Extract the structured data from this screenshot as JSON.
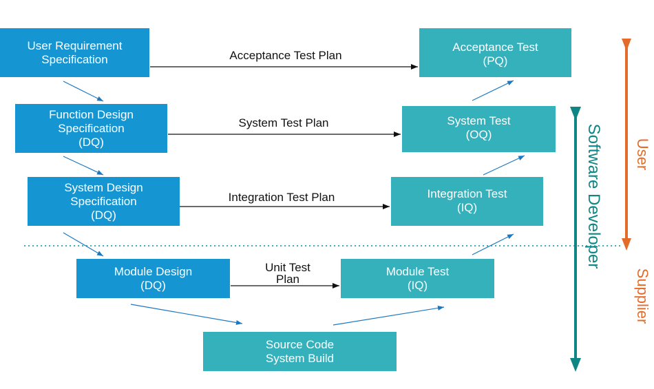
{
  "colors": {
    "blue": "#1596d3",
    "teal": "#35b1bc",
    "orange": "#e36c2a",
    "dark_teal": "#0e8686",
    "arrow": "#1a78c2"
  },
  "boxes": {
    "urs": {
      "l1": "User Requirement",
      "l2": "Specification",
      "l3": ""
    },
    "fds": {
      "l1": "Function Design",
      "l2": "Specification",
      "l3": "(DQ)"
    },
    "sds": {
      "l1": "System Design",
      "l2": "Specification",
      "l3": "(DQ)"
    },
    "md": {
      "l1": "Module Design",
      "l2": "(DQ)"
    },
    "src": {
      "l1": "Source Code",
      "l2": "System Build"
    },
    "mt": {
      "l1": "Module Test",
      "l2": "(IQ)"
    },
    "it": {
      "l1": "Integration Test",
      "l2": "(IQ)"
    },
    "st": {
      "l1": "System Test",
      "l2": "(OQ)"
    },
    "at": {
      "l1": "Acceptance Test",
      "l2": "(PQ)"
    }
  },
  "plans": {
    "acceptance": "Acceptance Test Plan",
    "system": "System Test Plan",
    "integration": "Integration Test Plan",
    "unit_l1": "Unit Test",
    "unit_l2": "Plan"
  },
  "side_labels": {
    "developer": "Software Developer",
    "user": "User",
    "supplier": "Supplier"
  }
}
